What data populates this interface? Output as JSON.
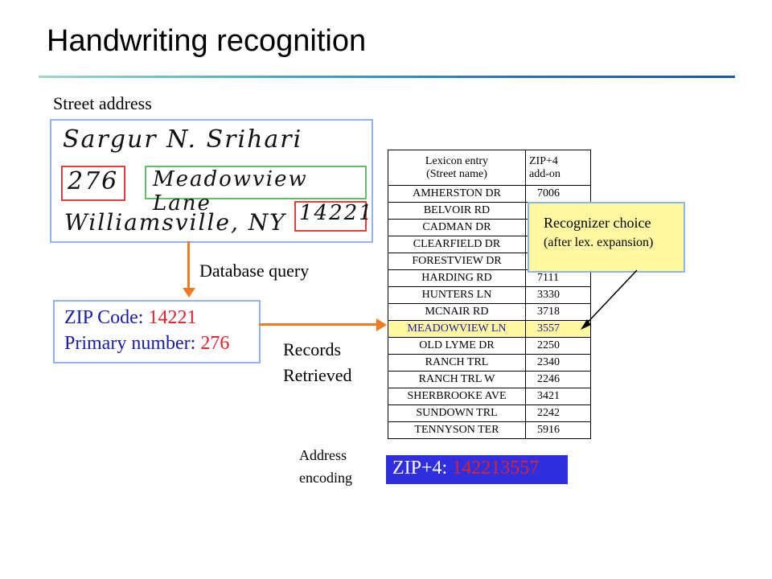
{
  "title": "Handwriting recognition",
  "street_address_label": "Street address",
  "handwriting": {
    "name_line": "Sargur N. Srihari",
    "number": "276",
    "street": "Meadowview Lane",
    "city": "Williamsville, NY",
    "zip": "14221"
  },
  "database_query_label": "Database query",
  "query_box": {
    "zip_label": "ZIP Code: ",
    "zip_value": "14221",
    "primary_label": "Primary number: ",
    "primary_value": "276"
  },
  "records_retrieved": [
    "Records",
    "Retrieved"
  ],
  "lexicon": {
    "header_street": [
      "Lexicon entry",
      "(Street name)"
    ],
    "header_code": [
      "ZIP+4",
      "add-on"
    ],
    "rows": [
      {
        "street": "AMHERSTON  DR",
        "code": "7006"
      },
      {
        "street": "BELVOIR  RD",
        "code": ""
      },
      {
        "street": "CADMAN  DR",
        "code": ""
      },
      {
        "street": "CLEARFIELD  DR",
        "code": ""
      },
      {
        "street": "FORESTVIEW  DR",
        "code": ""
      },
      {
        "street": "HARDING  RD",
        "code": "7111"
      },
      {
        "street": "HUNTERS  LN",
        "code": "3330"
      },
      {
        "street": "MCNAIR  RD",
        "code": "3718"
      },
      {
        "street": "MEADOWVIEW LN",
        "code": "3557"
      },
      {
        "street": "OLD  LYME  DR",
        "code": "2250"
      },
      {
        "street": "RANCH  TRL",
        "code": "2340"
      },
      {
        "street": "RANCH  TRL  W",
        "code": "2246"
      },
      {
        "street": "SHERBROOKE  AVE",
        "code": "3421"
      },
      {
        "street": "SUNDOWN  TRL",
        "code": "2242"
      },
      {
        "street": "TENNYSON  TER",
        "code": "5916"
      }
    ],
    "highlighted_row": 8
  },
  "recognizer_choice": {
    "line1": "Recognizer choice",
    "line2": "(after lex. expansion)"
  },
  "address_encoding_label": [
    "Address",
    "encoding"
  ],
  "encoding_box": {
    "label": "ZIP+4: ",
    "value": "142213557"
  },
  "colors": {
    "accent_orange": "#f07b22",
    "highlight_yellow": "#fff8a0",
    "box_blue": "#8fb4e8",
    "encoding_blue": "#2f2fe0",
    "value_red": "#e0202a"
  }
}
